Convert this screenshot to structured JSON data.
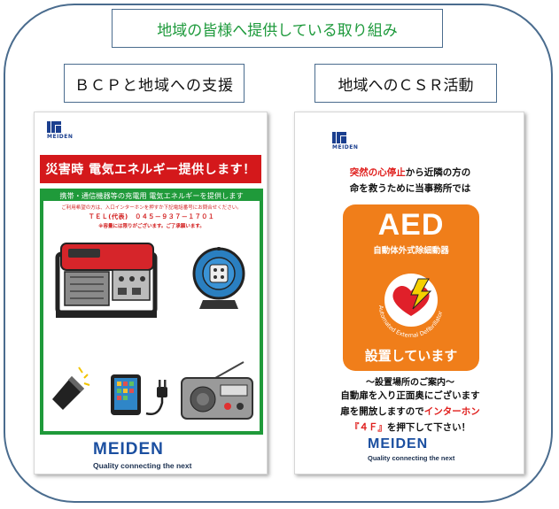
{
  "title": "地域の皆様へ提供している取り組み",
  "left_section": {
    "heading": "ＢＣＰと地域への支援",
    "logo_text": "MEIDEN",
    "banner": "災害時 電気エネルギー提供します！",
    "green_heading": "携帯・通信機器等の充電用 電気エネルギーを提供します",
    "notice": "ご利用希望の方は、入口インターホンを押すか下記電話番号にお問合せください。",
    "tel": "ＴＥＬ(代表)　０４５－９３７－１７０１",
    "stock_note": "※容量には限りがございます。ご了承願います。",
    "brand": "MEIDEN",
    "tagline": "Quality connecting the next"
  },
  "right_section": {
    "heading": "地域へのＣＳＲ活動",
    "logo_text": "MEIDEN",
    "line1_red": "突然の心停止",
    "line1_rest": "から近隣の方の",
    "line2": "命を救うために当事務所では",
    "aed_title": "AED",
    "aed_subtitle": "自動体外式除細動器",
    "aed_ring_text": "Automated External Defibrillator",
    "aed_installed": "設置しています",
    "guide": "～設置場所のご案内～",
    "guide1": "自動扉を入り正面奥にございます",
    "guide2_a": "扉を開放しますので",
    "guide2_red": "インターホン",
    "guide3_red": "『４Ｆ』",
    "guide3_rest": "を押下して下さい！",
    "brand": "MEIDEN",
    "tagline": "Quality connecting the next"
  },
  "colors": {
    "frame": "#4a6c8e",
    "title_green": "#1e9a3c",
    "banner_red": "#d4181b",
    "panel_green": "#1f9a3a",
    "aed_orange": "#f07e1a",
    "brand_blue": "#1b4fa0"
  },
  "icons": [
    "generator-icon",
    "cable-reel-icon",
    "flashlight-icon",
    "tablet-icon",
    "plug-icon",
    "radio-icon",
    "heart-icon",
    "lightning-icon"
  ]
}
